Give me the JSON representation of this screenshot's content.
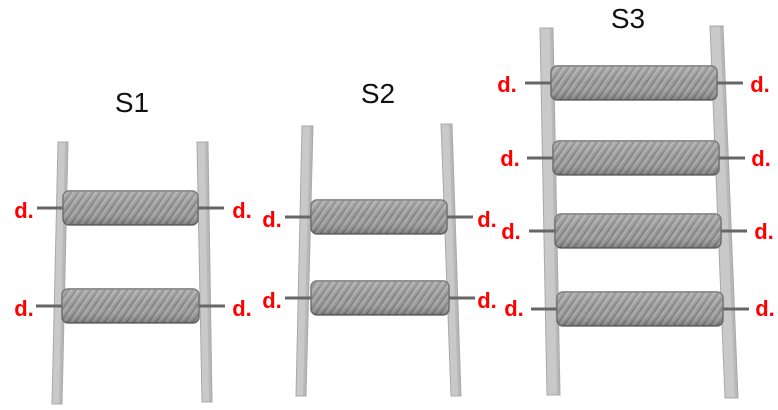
{
  "diagram": {
    "colors": {
      "post": "#c9c9c9",
      "post_shade": "#a9a9a9",
      "rope": "#9a9a9a",
      "rope_shade": "#6f6f6f",
      "pin": "#666666",
      "label": "#ff0000",
      "title": "#111111"
    },
    "structures": [
      {
        "title": "S1",
        "rungs": [
          {
            "left_label": "d.",
            "right_label": "d."
          },
          {
            "left_label": "d.",
            "right_label": "d."
          }
        ]
      },
      {
        "title": "S2",
        "rungs": [
          {
            "left_label": "d.",
            "right_label": "d."
          },
          {
            "left_label": "d.",
            "right_label": "d."
          }
        ]
      },
      {
        "title": "S3",
        "rungs": [
          {
            "left_label": "d.",
            "right_label": "d."
          },
          {
            "left_label": "d.",
            "right_label": "d."
          },
          {
            "left_label": "d.",
            "right_label": "d."
          },
          {
            "left_label": "d.",
            "right_label": "d."
          }
        ]
      }
    ]
  }
}
